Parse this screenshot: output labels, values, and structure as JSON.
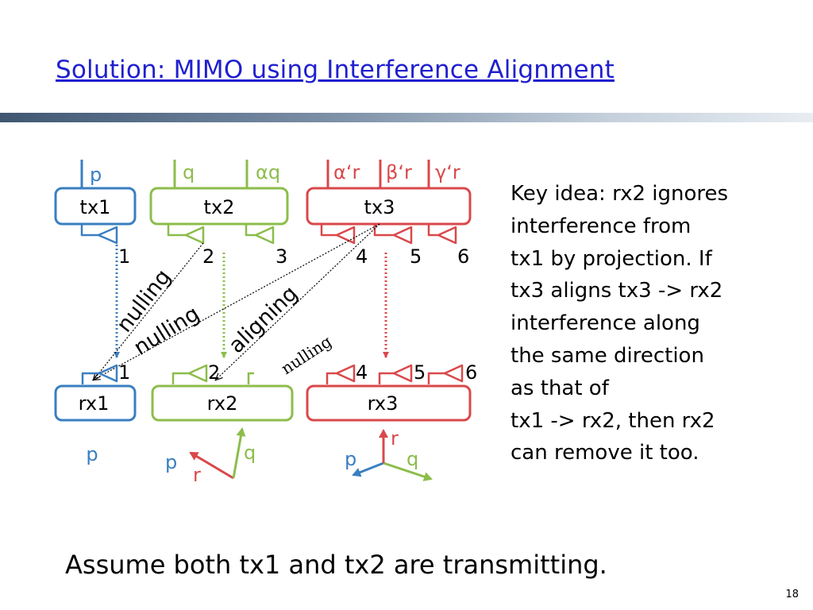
{
  "slide": {
    "title": "Solution: MIMO using Interference Alignment",
    "page_number": "18",
    "footer_note": "Assume both tx1 and tx2 are transmitting."
  },
  "key_idea_lines": [
    "Key idea: rx2 ignores",
    "interference from",
    "tx1 by projection. If",
    "tx3 aligns tx3 -> rx2",
    "interference along",
    "the same direction",
    "as that of",
    "tx1 -> rx2, then rx2",
    "can remove it too."
  ],
  "colors": {
    "blue": "#3a7fc1",
    "green": "#8cbd4b",
    "red": "#d9484b",
    "title": "#1f1fcf"
  },
  "diagram": {
    "tx1": {
      "label": "tx1",
      "streams": [
        "p"
      ],
      "antennas": [
        "1"
      ]
    },
    "tx2": {
      "label": "tx2",
      "streams": [
        "q",
        "αq"
      ],
      "antennas": [
        "2",
        "3"
      ]
    },
    "tx3": {
      "label": "tx3",
      "streams": [
        "α‘r",
        "β‘r",
        "γ‘r"
      ],
      "antennas": [
        "4",
        "5",
        "6"
      ]
    },
    "rx1": {
      "label": "rx1",
      "antennas": [
        "1"
      ],
      "decoded": "p"
    },
    "rx2": {
      "label": "rx2",
      "antennas": [
        "2"
      ],
      "vectors": [
        "p",
        "r",
        "q"
      ]
    },
    "rx3": {
      "label": "rx3",
      "antennas": [
        "4",
        "5",
        "6"
      ],
      "vectors": [
        "p",
        "q",
        "r"
      ]
    },
    "edge_labels": [
      "nulling",
      "nulling",
      "aligning",
      "nulling"
    ]
  }
}
